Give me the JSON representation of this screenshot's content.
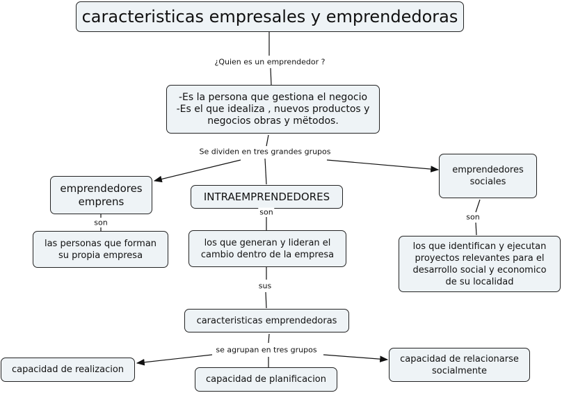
{
  "title": "caracteristicas empresales y emprendedoras",
  "nodes": {
    "definition": "-Es la persona que gestiona el negocio\n-Es el que idealiza , nuevos productos y\nnegocios obras y mëtodos.",
    "emprendedores_emprens": "emprendedores\nemprens",
    "intraemprendedores": "INTRAEMPRENDEDORES",
    "emprendedores_sociales": "emprendedores\nsociales",
    "personas_empresa": "las personas que forman\nsu propia empresa",
    "generan_lideran": "los que generan y lideran el\ncambio dentro de la empresa",
    "identifican_ejecutan": "los que identifican y ejecutan\nproyectos relevantes para el\ndesarrollo social y economico\nde su localidad",
    "caracteristicas": "caracteristicas emprendedoras",
    "realizacion": "capacidad de realizacion",
    "planificacion": "capacidad de planificacion",
    "relacionarse": "capacidad de relacionarse\nsocialmente"
  },
  "links": {
    "quien": "¿Quien es un emprendedor ?",
    "dividen": "Se dividen en tres grandes grupos",
    "son1": "son",
    "son2": "son",
    "son3": "son",
    "sus": "sus",
    "agrupan": "se agrupan en tres grupos"
  }
}
